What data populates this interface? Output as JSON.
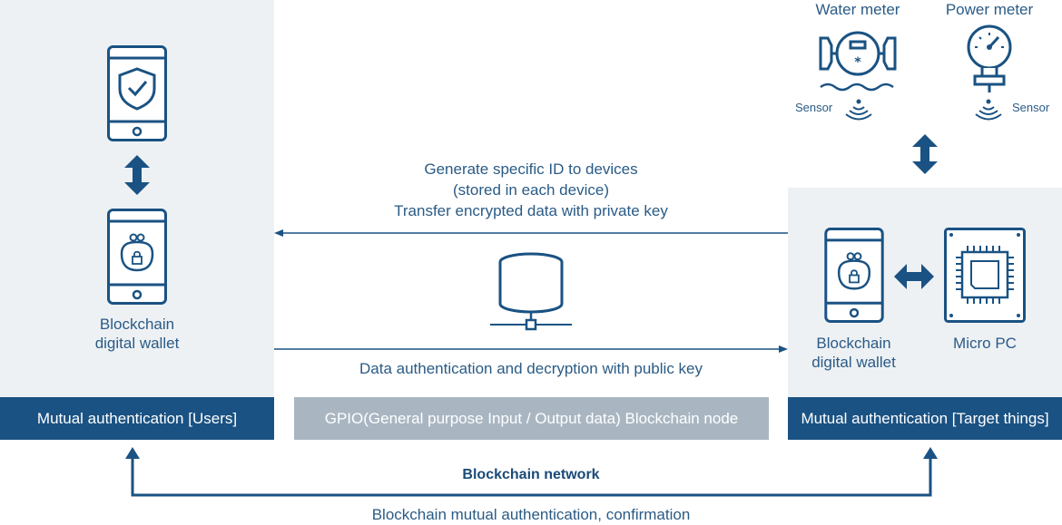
{
  "left_panel": {
    "wallet_label": "Blockchain\ndigital wallet",
    "bar_label": "Mutual authentication [Users]"
  },
  "center": {
    "top_text": "Generate specific ID to devices\n(stored in each device)\nTransfer encrypted data with private key",
    "bottom_text": "Data authentication and decryption with public key",
    "bar_label": "GPIO(General purpose Input / Output data) Blockchain node"
  },
  "right_panel": {
    "water_meter": "Water meter",
    "power_meter": "Power meter",
    "sensor_left": "Sensor",
    "sensor_right": "Sensor",
    "wallet_label": "Blockchain\ndigital wallet",
    "micro_pc": "Micro PC",
    "bar_label": "Mutual authentication [Target things]"
  },
  "bottom": {
    "network": "Blockchain network",
    "caption": "Blockchain mutual authentication, confirmation"
  },
  "colors": {
    "accent": "#1a5283",
    "panel": "#eef1f4",
    "node_bar": "#a9b6c2"
  },
  "icons": [
    "phone-shield-icon",
    "phone-wallet-icon",
    "double-arrow-icon",
    "server-database-icon",
    "water-meter-icon",
    "power-meter-icon",
    "sensor-wave-icon",
    "microchip-icon"
  ]
}
